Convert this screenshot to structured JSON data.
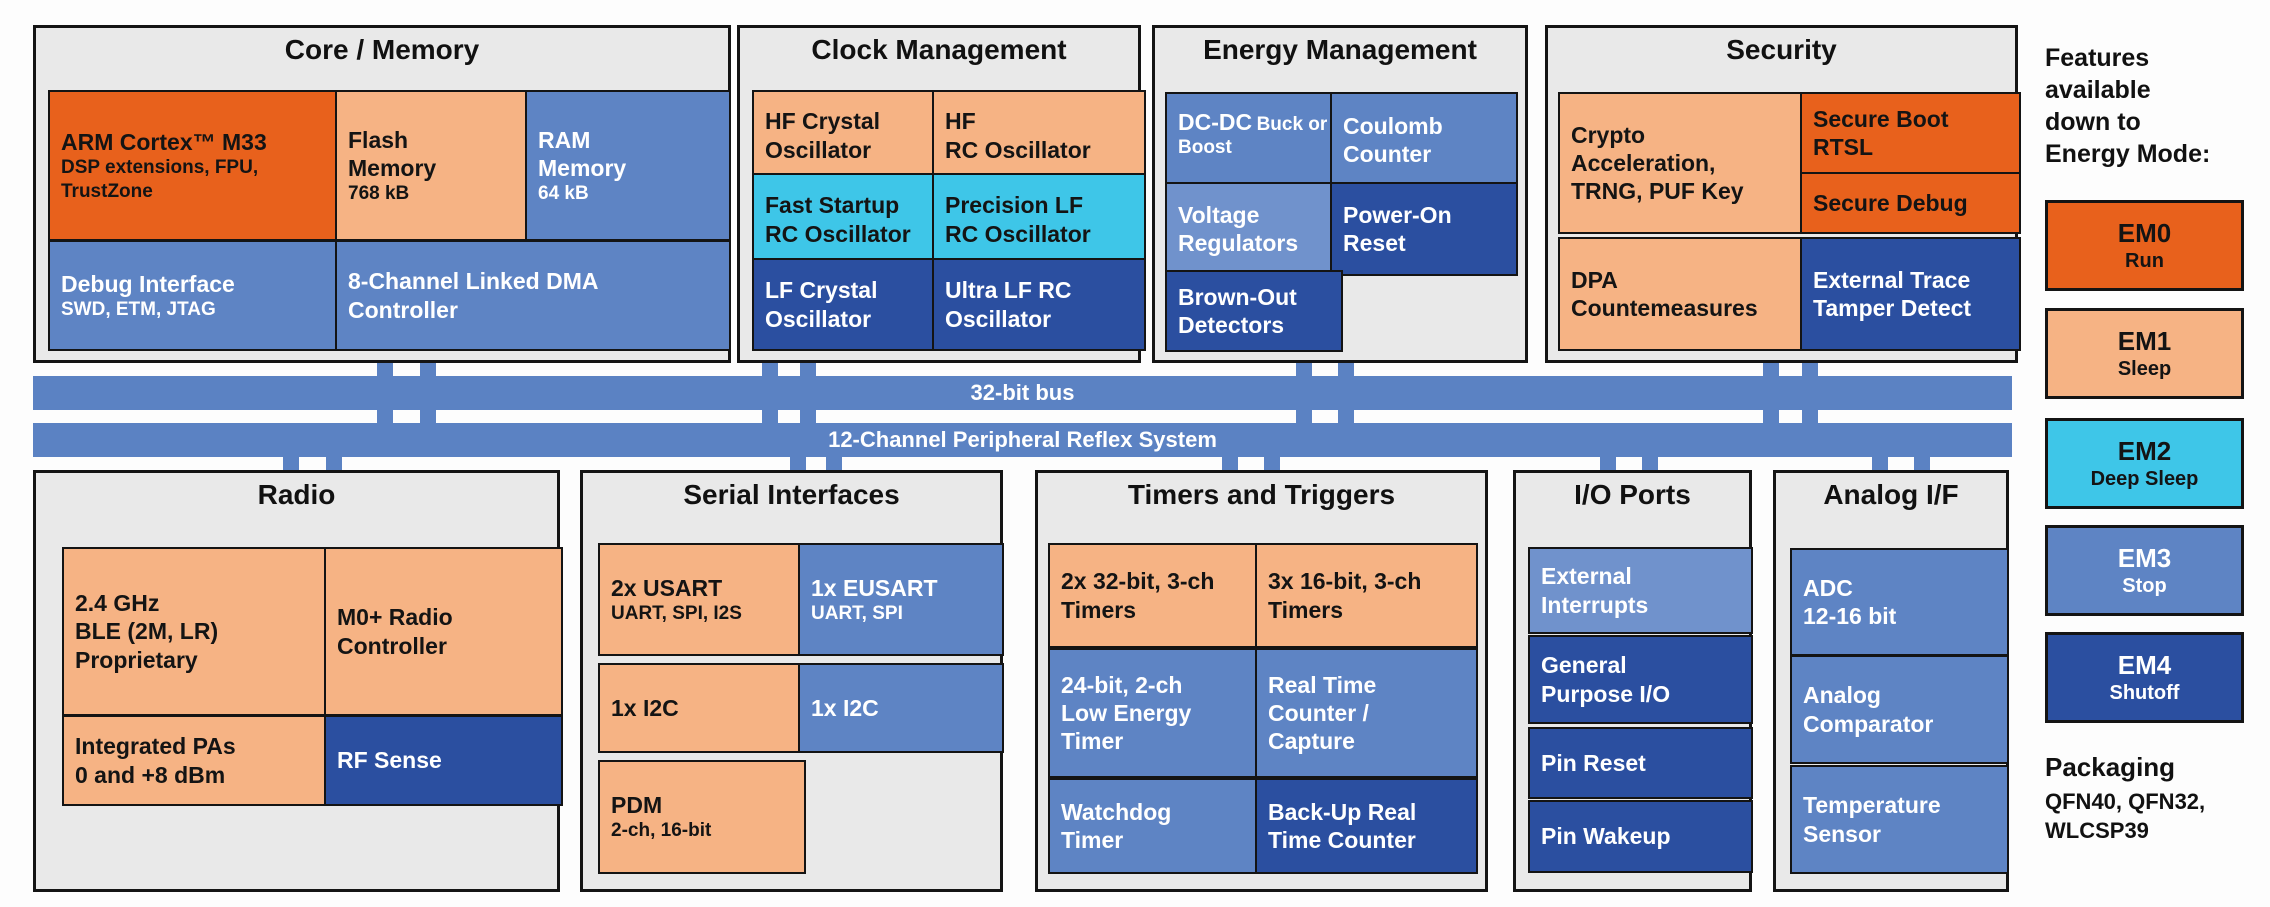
{
  "palette": {
    "orange": "#e8611c",
    "peach": "#f6b384",
    "cyan": "#3ec6e8",
    "blue_medium": "#5e84c4",
    "blue_light": "#7092cc",
    "blue_dark": "#2b4fa0",
    "bus_blue": "#5b82c3",
    "section_bg": "#e9e9e9",
    "border": "#141414"
  },
  "buses": {
    "bus1": "32-bit bus",
    "bus2": "12-Channel Peripheral Reflex System"
  },
  "sections": {
    "core_memory": {
      "title": "Core / Memory",
      "blocks": [
        {
          "title": "ARM Cortex™ M33",
          "sub": "DSP extensions, FPU,\nTrustZone"
        },
        {
          "title": "Flash\nMemory",
          "sub": "768 kB"
        },
        {
          "title": "RAM\nMemory",
          "sub": "64 kB"
        },
        {
          "title": "Debug Interface",
          "sub": "SWD, ETM, JTAG"
        },
        {
          "title": "8-Channel Linked DMA\nController"
        }
      ]
    },
    "clock": {
      "title": "Clock Management",
      "blocks": [
        {
          "title": "HF Crystal\nOscillator"
        },
        {
          "title": "HF\nRC Oscillator"
        },
        {
          "title": "Fast Startup\nRC Oscillator"
        },
        {
          "title": "Precision LF\nRC Oscillator"
        },
        {
          "title": "LF Crystal\nOscillator"
        },
        {
          "title": "Ultra LF RC\nOscillator"
        }
      ]
    },
    "energy": {
      "title": "Energy Management",
      "blocks": [
        {
          "title": "DC-DC",
          "sub": "Buck or Boost"
        },
        {
          "title": "Coulomb\nCounter"
        },
        {
          "title": "Voltage\nRegulators"
        },
        {
          "title": "Power-On\nReset"
        },
        {
          "title": "Brown-Out\nDetectors"
        }
      ]
    },
    "security": {
      "title": "Security",
      "blocks": [
        {
          "title": "Crypto\nAcceleration,\nTRNG, PUF Key"
        },
        {
          "title": "Secure Boot\nRTSL"
        },
        {
          "title": "Secure Debug"
        },
        {
          "title": "DPA\nCountemeasures"
        },
        {
          "title": "External Trace\nTamper Detect"
        }
      ]
    },
    "radio": {
      "title": "Radio",
      "blocks": [
        {
          "title": "2.4 GHz\nBLE (2M, LR)\nProprietary"
        },
        {
          "title": "M0+ Radio\nController"
        },
        {
          "title": "Integrated PAs\n0 and +8 dBm"
        },
        {
          "title": "RF Sense"
        }
      ]
    },
    "serial": {
      "title": "Serial Interfaces",
      "blocks": [
        {
          "title": "2x USART",
          "sub": "UART, SPI, I2S"
        },
        {
          "title": "1x EUSART",
          "sub": "UART, SPI"
        },
        {
          "title": "1x I2C"
        },
        {
          "title": "1x I2C"
        },
        {
          "title": "PDM",
          "sub": "2-ch, 16-bit"
        }
      ]
    },
    "timers": {
      "title": "Timers and Triggers",
      "blocks": [
        {
          "title": "2x 32-bit, 3-ch\nTimers"
        },
        {
          "title": "3x 16-bit, 3-ch\nTimers"
        },
        {
          "title": "24-bit, 2-ch\nLow Energy\nTimer"
        },
        {
          "title": "Real Time\nCounter /\nCapture"
        },
        {
          "title": "Watchdog\nTimer"
        },
        {
          "title": "Back-Up Real\nTime Counter"
        }
      ]
    },
    "io_ports": {
      "title": "I/O Ports",
      "blocks": [
        {
          "title": "External\nInterrupts"
        },
        {
          "title": "General\nPurpose I/O"
        },
        {
          "title": "Pin Reset"
        },
        {
          "title": "Pin Wakeup"
        }
      ]
    },
    "analog": {
      "title": "Analog I/F",
      "blocks": [
        {
          "title": "ADC\n12-16 bit"
        },
        {
          "title": "Analog\nComparator"
        },
        {
          "title": "Temperature\nSensor"
        }
      ]
    }
  },
  "legend": {
    "note": "Features\navailable\ndown to\nEnergy Mode:",
    "modes": [
      {
        "name": "EM0",
        "desc": "Run"
      },
      {
        "name": "EM1",
        "desc": "Sleep"
      },
      {
        "name": "EM2",
        "desc": "Deep Sleep"
      },
      {
        "name": "EM3",
        "desc": "Stop"
      },
      {
        "name": "EM4",
        "desc": "Shutoff"
      }
    ],
    "packaging_title": "Packaging",
    "packaging_lines": "QFN40, QFN32,\nWLCSP39"
  }
}
